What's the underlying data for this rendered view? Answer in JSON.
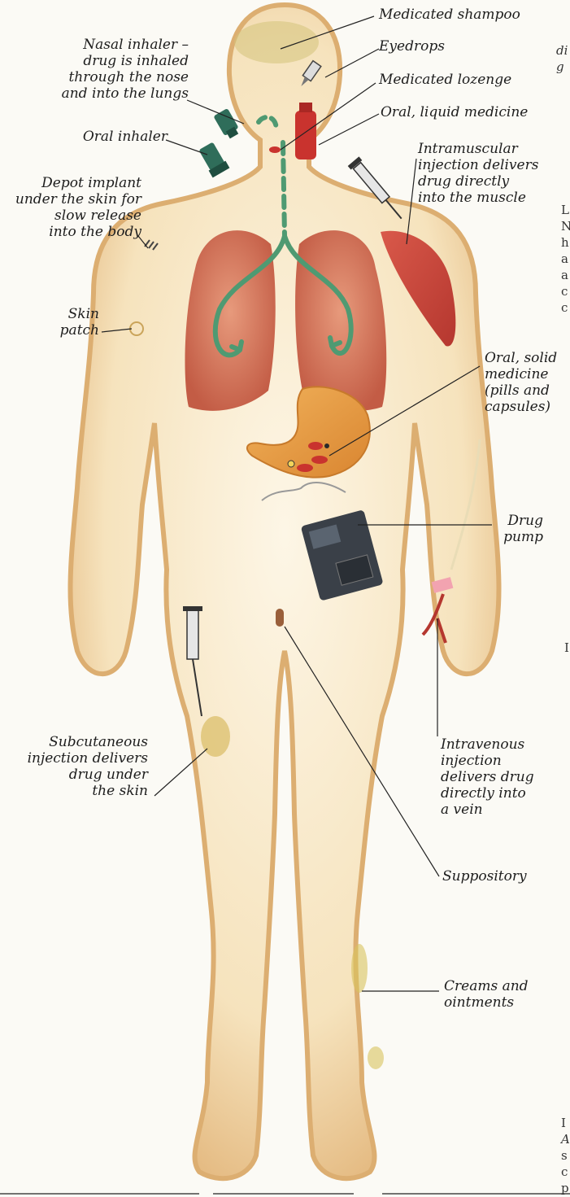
{
  "labels": {
    "medicated_shampoo": [
      "Medicated shampoo"
    ],
    "nasal_inhaler": [
      "Nasal inhaler –",
      "drug is inhaled",
      "through the nose",
      "and into the lungs"
    ],
    "eyedrops": [
      "Eyedrops"
    ],
    "medicated_lozenge": [
      "Medicated lozenge"
    ],
    "oral_inhaler": [
      "Oral inhaler"
    ],
    "oral_liquid": [
      "Oral, liquid medicine"
    ],
    "intramuscular": [
      "Intramuscular",
      "injection delivers",
      "drug directly",
      "into the muscle"
    ],
    "depot_implant": [
      "Depot implant",
      "under the skin for",
      "slow release",
      "into the body"
    ],
    "skin_patch": [
      "Skin",
      "patch"
    ],
    "oral_solid": [
      "Oral, solid",
      "medicine",
      "(pills and",
      "capsules)"
    ],
    "drug_pump": [
      "Drug",
      "pump"
    ],
    "subcutaneous": [
      "Subcutaneous",
      "injection delivers",
      "drug under",
      "the skin"
    ],
    "intravenous": [
      "Intravenous",
      "injection",
      "delivers drug",
      "directly into",
      "a vein"
    ],
    "suppository": [
      "Suppository"
    ],
    "creams": [
      "Creams and",
      "ointments"
    ]
  },
  "edge_fragments": {
    "top": [
      "di",
      "g"
    ],
    "mid": [
      "L",
      "N",
      "h",
      "a",
      "a",
      "c",
      "c"
    ],
    "lower": [
      "I"
    ],
    "bottom": [
      "I",
      "A",
      "s",
      "c",
      "p"
    ]
  },
  "colors": {
    "skin": "#e8bf85",
    "lung": "#d36f55",
    "airway": "#4f9a72",
    "muscle": "#c9473d",
    "stomach": "#e39a40",
    "device": "#3a4048",
    "bottle": "#c9332e",
    "leader": "#222222"
  }
}
